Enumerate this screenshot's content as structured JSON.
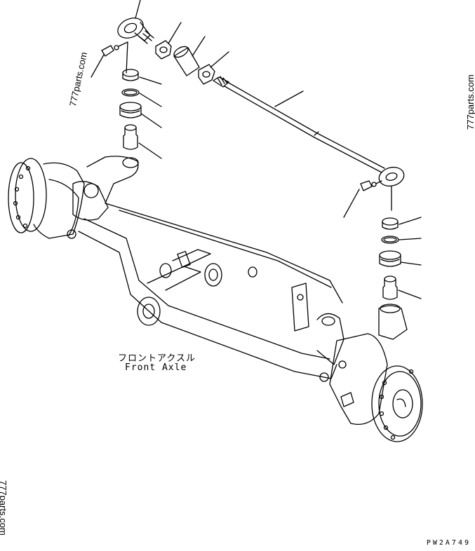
{
  "caption": {
    "japanese": "フロントアクスル",
    "english": "Front Axle"
  },
  "watermarks": [
    "777parts.com",
    "777parts.com",
    "777parts.com"
  ],
  "drawing_code": "PW2A749"
}
